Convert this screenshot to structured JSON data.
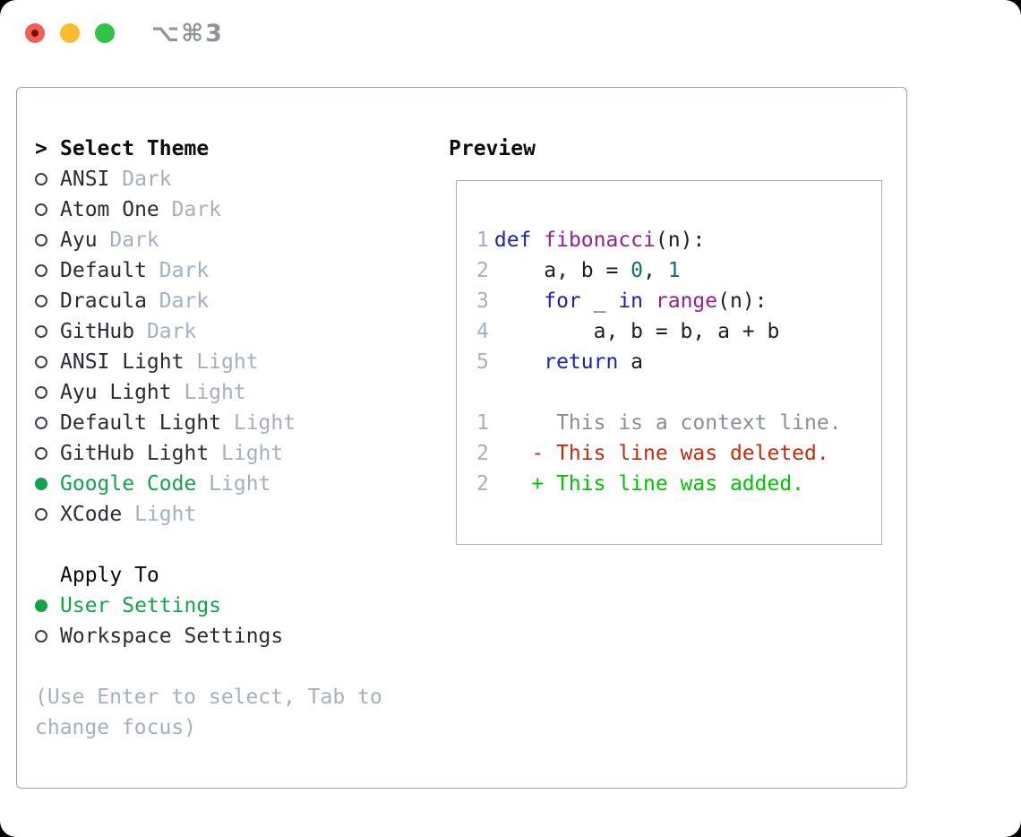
{
  "window": {
    "title_shortcut": "⌥⌘3"
  },
  "theme_panel": {
    "select_theme": {
      "marker": ">",
      "label": "Select Theme"
    },
    "themes": [
      {
        "slug": "ansi-dark",
        "name": "ANSI",
        "variant": "Dark",
        "selected": false
      },
      {
        "slug": "atom-one-dark",
        "name": "Atom One",
        "variant": "Dark",
        "selected": false
      },
      {
        "slug": "ayu-dark",
        "name": "Ayu",
        "variant": "Dark",
        "selected": false
      },
      {
        "slug": "default-dark",
        "name": "Default",
        "variant": "Dark",
        "selected": false
      },
      {
        "slug": "dracula-dark",
        "name": "Dracula",
        "variant": "Dark",
        "selected": false
      },
      {
        "slug": "github-dark",
        "name": "GitHub",
        "variant": "Dark",
        "selected": false
      },
      {
        "slug": "ansi-light",
        "name": "ANSI Light",
        "variant": "Light",
        "selected": false
      },
      {
        "slug": "ayu-light",
        "name": "Ayu Light",
        "variant": "Light",
        "selected": false
      },
      {
        "slug": "default-light",
        "name": "Default Light",
        "variant": "Light",
        "selected": false
      },
      {
        "slug": "github-light",
        "name": "GitHub Light",
        "variant": "Light",
        "selected": false
      },
      {
        "slug": "google-code-light",
        "name": "Google Code",
        "variant": "Light",
        "selected": true
      },
      {
        "slug": "xcode-light",
        "name": "XCode",
        "variant": "Light",
        "selected": false
      }
    ],
    "apply_to": {
      "label": "Apply To",
      "options": [
        {
          "slug": "user-settings",
          "name": "User Settings",
          "selected": true
        },
        {
          "slug": "workspace-settings",
          "name": "Workspace Settings",
          "selected": false
        }
      ]
    },
    "hint": "(Use Enter to select, Tab to change focus)"
  },
  "preview": {
    "label": "Preview",
    "code_lines": [
      {
        "num": "1",
        "tokens": [
          {
            "t": "def",
            "c": "kwd"
          },
          {
            "t": " ",
            "c": "pln"
          },
          {
            "t": "fibonacci",
            "c": "fun"
          },
          {
            "t": "(n):",
            "c": "pln"
          }
        ]
      },
      {
        "num": "2",
        "tokens": [
          {
            "t": "    a, b = ",
            "c": "pln"
          },
          {
            "t": "0",
            "c": "num"
          },
          {
            "t": ", ",
            "c": "pln"
          },
          {
            "t": "1",
            "c": "num"
          }
        ]
      },
      {
        "num": "3",
        "tokens": [
          {
            "t": "    ",
            "c": "pln"
          },
          {
            "t": "for",
            "c": "kwd"
          },
          {
            "t": " _ ",
            "c": "pln"
          },
          {
            "t": "in",
            "c": "kwd"
          },
          {
            "t": " ",
            "c": "pln"
          },
          {
            "t": "range",
            "c": "fun"
          },
          {
            "t": "(n):",
            "c": "pln"
          }
        ]
      },
      {
        "num": "4",
        "tokens": [
          {
            "t": "        a, b = b, a + b",
            "c": "pln"
          }
        ]
      },
      {
        "num": "5",
        "tokens": [
          {
            "t": "    ",
            "c": "pln"
          },
          {
            "t": "return",
            "c": "kwd"
          },
          {
            "t": " a",
            "c": "pln"
          }
        ]
      }
    ],
    "diff_lines": [
      {
        "num": "1",
        "tokens": [
          {
            "t": "     This is a context line.",
            "c": "ctx"
          }
        ]
      },
      {
        "num": "2",
        "tokens": [
          {
            "t": "   - This line was deleted.",
            "c": "del"
          }
        ]
      },
      {
        "num": "2",
        "tokens": [
          {
            "t": "   + This line was added.",
            "c": "add"
          }
        ]
      }
    ]
  },
  "colors": {
    "accent_green": "#13a34a",
    "text_primary": "#292d33",
    "text_muted": "#a6b0bd",
    "header_black": "#0b0c0d",
    "circle_outline": "#3c4148",
    "panel_border": "#99a3ad",
    "preview_border": "#a9b0ba",
    "titlebar_gray": "#8f939a",
    "traffic_red": "#f05f57",
    "traffic_red_dot": "#7a0e06",
    "traffic_yellow": "#f8bc2e",
    "traffic_green": "#2ec445",
    "ln_color": "#a8b0bd",
    "syntax": {
      "kwd": "#1f1fb8",
      "fun": "#93218f",
      "num": "#0e6e6e",
      "pln": "#1d1f24",
      "ctx": "#8a8f96",
      "del": "#c62a0e",
      "add": "#00c400"
    }
  }
}
